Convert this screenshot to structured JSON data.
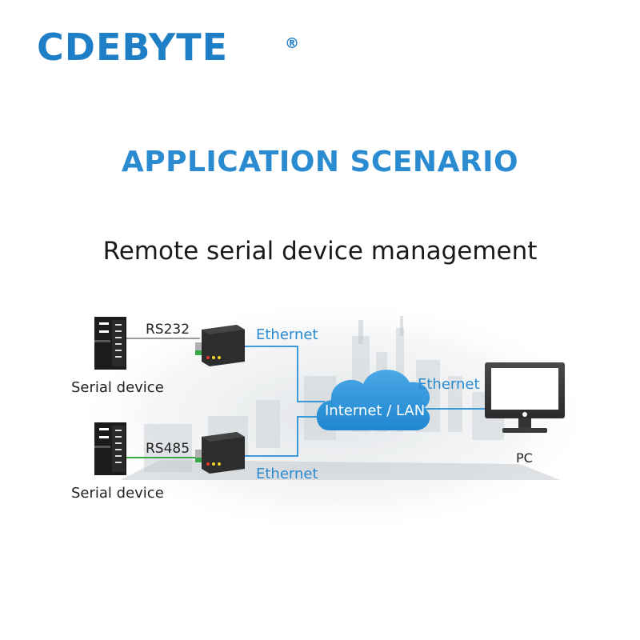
{
  "brand": {
    "name": "CDEBYTE",
    "mark": "®"
  },
  "heading": "APPLICATION SCENARIO",
  "subheading": "Remote serial device management",
  "diagram": {
    "devices": [
      {
        "label": "Serial device",
        "link": "RS232",
        "network_link": "Ethernet"
      },
      {
        "label": "Serial device",
        "link": "RS485",
        "network_link": "Ethernet"
      }
    ],
    "cloud": {
      "label": "Internet / LAN"
    },
    "pc": {
      "label": "PC",
      "link": "Ethernet"
    }
  },
  "colors": {
    "brand": "#1f7fc6",
    "heading": "#2a8bd0",
    "ethernet_line": "#3b9ad8",
    "rs232_line": "#9a9a9a",
    "rs485_line": "#3aa844"
  }
}
